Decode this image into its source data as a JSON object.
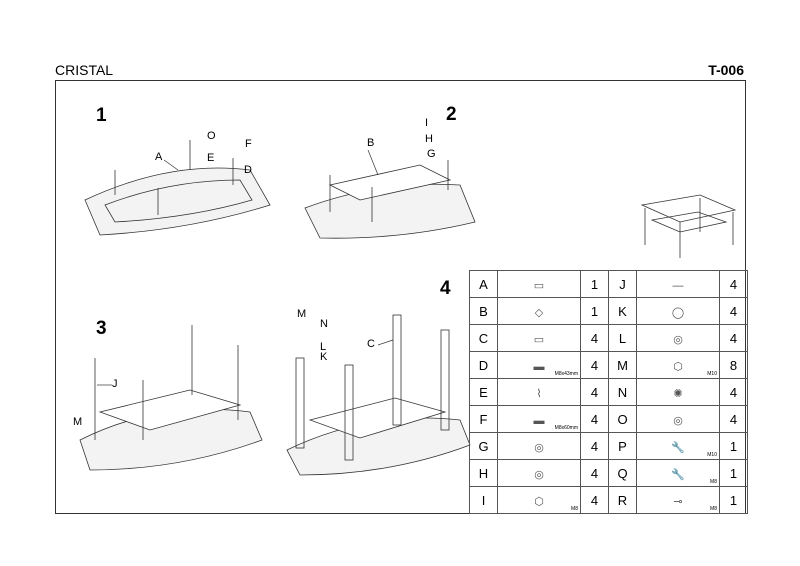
{
  "header": {
    "model_name": "CRISTAL",
    "model_code": "T-006"
  },
  "steps": [
    "1",
    "2",
    "3",
    "4"
  ],
  "callouts": {
    "s1": [
      "O",
      "E",
      "F",
      "A",
      "D"
    ],
    "s2": [
      "I",
      "H",
      "G",
      "B"
    ],
    "s3": [
      "J",
      "M"
    ],
    "s4": [
      "M",
      "N",
      "L",
      "K",
      "C"
    ]
  },
  "parts": [
    {
      "id": "A",
      "qty": "1",
      "size": "",
      "icon": "glass-frame-icon"
    },
    {
      "id": "B",
      "qty": "1",
      "size": "",
      "icon": "glass-shelf-icon"
    },
    {
      "id": "C",
      "qty": "4",
      "size": "",
      "icon": "leg-icon"
    },
    {
      "id": "D",
      "qty": "4",
      "size": "M8x43mm",
      "icon": "bolt-icon"
    },
    {
      "id": "E",
      "qty": "4",
      "size": "",
      "icon": "spacer-icon"
    },
    {
      "id": "F",
      "qty": "4",
      "size": "M8x60mm",
      "icon": "bolt-icon"
    },
    {
      "id": "G",
      "qty": "4",
      "size": "",
      "icon": "washer-icon"
    },
    {
      "id": "H",
      "qty": "4",
      "size": "",
      "icon": "washer-icon"
    },
    {
      "id": "I",
      "qty": "4",
      "size": "M8",
      "icon": "nut-icon"
    },
    {
      "id": "J",
      "qty": "4",
      "size": "",
      "icon": "rod-icon"
    },
    {
      "id": "K",
      "qty": "4",
      "size": "",
      "icon": "cap-icon"
    },
    {
      "id": "L",
      "qty": "4",
      "size": "",
      "icon": "washer-icon"
    },
    {
      "id": "M",
      "qty": "8",
      "size": "M10",
      "icon": "nut-icon"
    },
    {
      "id": "N",
      "qty": "4",
      "size": "",
      "icon": "lock-washer-icon"
    },
    {
      "id": "O",
      "qty": "4",
      "size": "",
      "icon": "washer-icon"
    },
    {
      "id": "P",
      "qty": "1",
      "size": "M10",
      "icon": "wrench-icon"
    },
    {
      "id": "Q",
      "qty": "1",
      "size": "M8",
      "icon": "wrench-icon"
    },
    {
      "id": "R",
      "qty": "1",
      "size": "M8",
      "icon": "socket-wrench-icon"
    }
  ]
}
